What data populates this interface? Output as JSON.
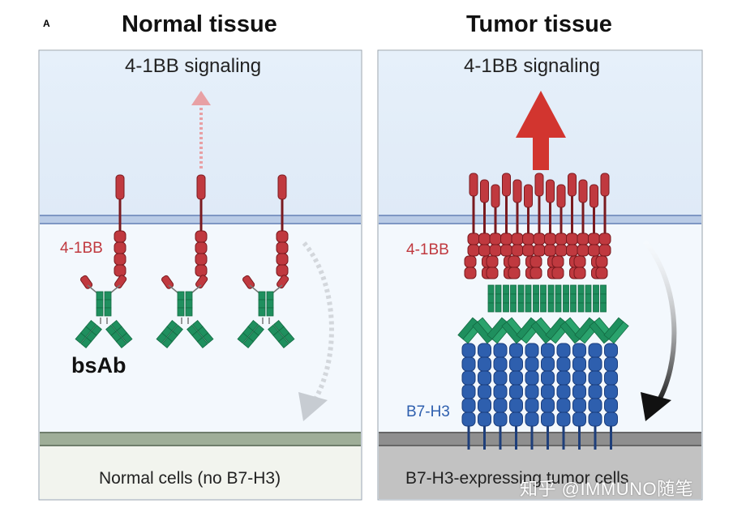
{
  "panel_label": "A",
  "left_panel": {
    "title": "Normal tissue",
    "signal_label": "4-1BB signaling",
    "receptor_label": "4-1BB",
    "antibody_label": "bsAb",
    "cell_label": "Normal cells (no B7-H3)"
  },
  "right_panel": {
    "title": "Tumor tissue",
    "signal_label": "4-1BB signaling",
    "receptor_label": "4-1BB",
    "target_label": "B7-H3",
    "cell_label": "B7-H3-expressing tumor cells"
  },
  "watermark": "知乎 @IMMUNO随笔",
  "colors": {
    "receptor": "#c0393f",
    "receptor_dark": "#7a1a1f",
    "antibody": "#1f8f5e",
    "b7h3": "#2e5fae",
    "membrane": "#8ea6cf",
    "signal_weak": "#e8a0a4",
    "signal_strong": "#d2352f"
  }
}
